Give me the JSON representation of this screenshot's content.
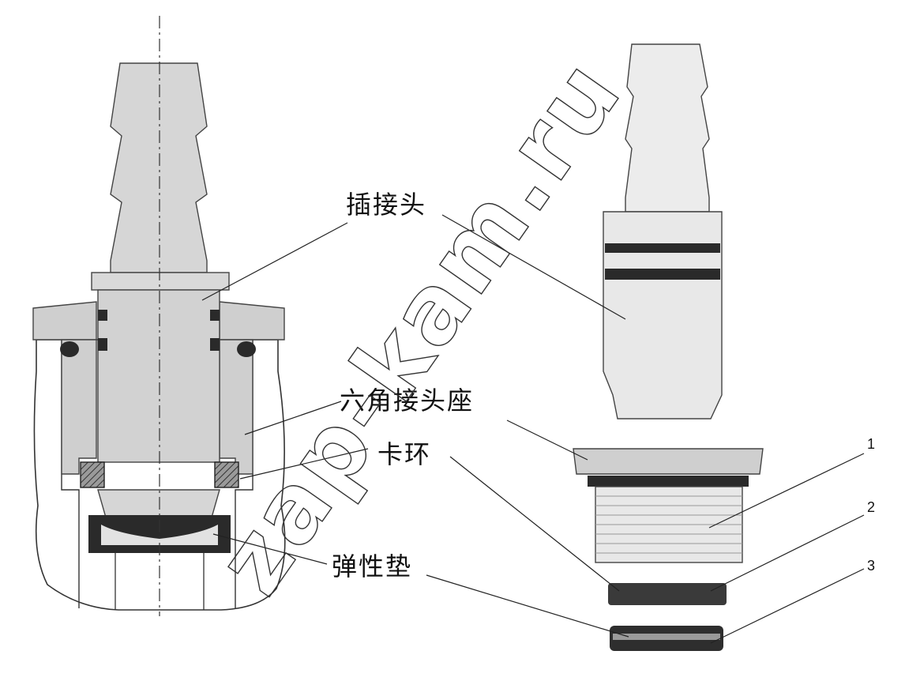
{
  "labels": {
    "plug_connector": "插接头",
    "hex_seat": "六角接头座",
    "clamp_ring": "卡环",
    "elastic_pad": "弹性垫"
  },
  "callouts": [
    "1",
    "2",
    "3"
  ],
  "watermark": "zap-kam.ru",
  "colors": {
    "part_fill": "#d4d4d4",
    "part_light": "#e6e6e6",
    "seal_dark": "#2a2a2a",
    "line": "#222222"
  }
}
